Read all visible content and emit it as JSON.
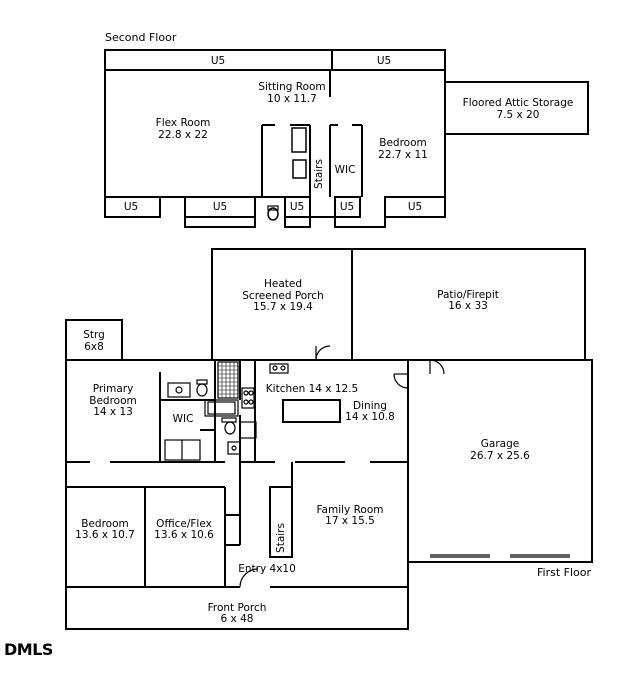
{
  "second_floor": {
    "caption": "Second Floor",
    "rooms": [
      {
        "id": "u5-top-left",
        "name": "U5",
        "dims": ""
      },
      {
        "id": "u5-top-right",
        "name": "U5",
        "dims": ""
      },
      {
        "id": "sitting-room",
        "name": "Sitting Room",
        "dims": "10 x 11.7"
      },
      {
        "id": "flex-room",
        "name": "Flex Room",
        "dims": "22.8 x 22"
      },
      {
        "id": "bedroom-upper",
        "name": "Bedroom",
        "dims": "22.7 x 11"
      },
      {
        "id": "floored-attic-storage",
        "name": "Floored Attic Storage",
        "dims": "7.5 x 20"
      },
      {
        "id": "stairs-upper",
        "name": "Stairs",
        "dims": ""
      },
      {
        "id": "wic-upper",
        "name": "WIC",
        "dims": ""
      },
      {
        "id": "u5-bottom-1",
        "name": "U5",
        "dims": ""
      },
      {
        "id": "u5-bottom-2",
        "name": "U5",
        "dims": ""
      },
      {
        "id": "u5-bottom-3",
        "name": "U5",
        "dims": ""
      },
      {
        "id": "u5-bottom-4",
        "name": "U5",
        "dims": ""
      },
      {
        "id": "u5-bottom-5",
        "name": "U5",
        "dims": ""
      }
    ]
  },
  "first_floor": {
    "caption": "First Floor",
    "rooms": [
      {
        "id": "heated-screened-porch",
        "name": "Heated\nScreened Porch",
        "line1": "Heated",
        "line2": "Screened Porch",
        "dims": "15.7 x 19.4"
      },
      {
        "id": "patio-firepit",
        "name": "Patio/Firepit",
        "dims": "16 x 33"
      },
      {
        "id": "storage",
        "name": "Strg",
        "dims": "6x8"
      },
      {
        "id": "primary-bedroom",
        "name": "Primary Bedroom",
        "line1": "Primary",
        "line2": "Bedroom",
        "dims": "14 x 13"
      },
      {
        "id": "wic-lower",
        "name": "WIC",
        "dims": ""
      },
      {
        "id": "kitchen",
        "name": "Kitchen",
        "dims": "14 x 12.5",
        "label": "Kitchen 14 x 12.5"
      },
      {
        "id": "dining",
        "name": "Dining",
        "dims": "14 x 10.8"
      },
      {
        "id": "garage",
        "name": "Garage",
        "dims": "26.7 x 25.6"
      },
      {
        "id": "bedroom-lower",
        "name": "Bedroom",
        "dims": "13.6 x 10.7"
      },
      {
        "id": "office-flex",
        "name": "Office/Flex",
        "dims": "13.6 x 10.6"
      },
      {
        "id": "stairs-lower",
        "name": "Stairs",
        "dims": ""
      },
      {
        "id": "family-room",
        "name": "Family Room",
        "dims": "17 x 15.5"
      },
      {
        "id": "entry",
        "name": "Entry",
        "dims": "4x10",
        "label": "Entry 4x10"
      },
      {
        "id": "front-porch",
        "name": "Front Porch",
        "dims": "6 x 48"
      }
    ]
  },
  "watermark": "DMLS",
  "colors": {
    "line": "#000000",
    "background": "#ffffff",
    "fixture_fill": "#ffffff"
  }
}
